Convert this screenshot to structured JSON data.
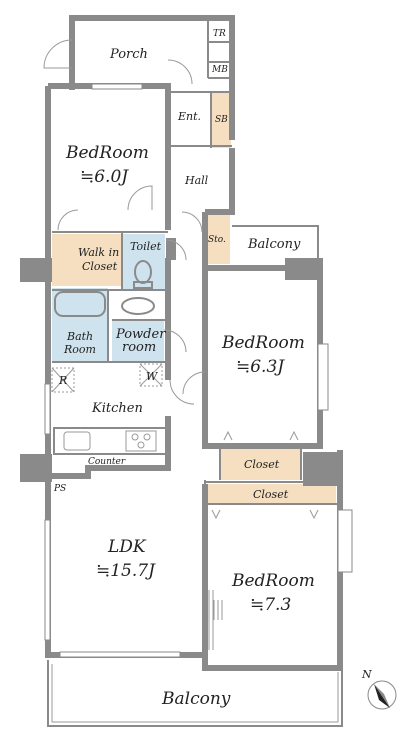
{
  "rooms": {
    "porch": "Porch",
    "tr": "TR",
    "mb": "MB",
    "entrance": "Ent.",
    "sb": "SB",
    "bedroom1_name": "BedRoom",
    "bedroom1_size": "≒6.0J",
    "hall": "Hall",
    "storage": "Sto.",
    "balcony_small": "Balcony",
    "walkin_line1": "Walk in",
    "walkin_line2": "Closet",
    "toilet": "Toilet",
    "bath_line1": "Bath",
    "bath_line2": "Room",
    "powder_line1": "Powder",
    "powder_line2": "room",
    "refrigerator": "R",
    "washer": "W",
    "kitchen": "Kitchen",
    "counter": "Counter",
    "ps": "PS",
    "bedroom2_name": "BedRoom",
    "bedroom2_size": "≒6.3J",
    "closet1": "Closet",
    "closet2": "Closet",
    "ldk_name": "LDK",
    "ldk_size": "≒15.7J",
    "bedroom3_name": "BedRoom",
    "bedroom3_size": "≒7.3",
    "balcony_large": "Balcony",
    "compass": "N"
  },
  "colors": {
    "wall": "#8a8a8a",
    "closet_fill": "#f5dfc0",
    "wet_fill": "#cfe3ef",
    "column_fill": "#8a8a8a"
  }
}
